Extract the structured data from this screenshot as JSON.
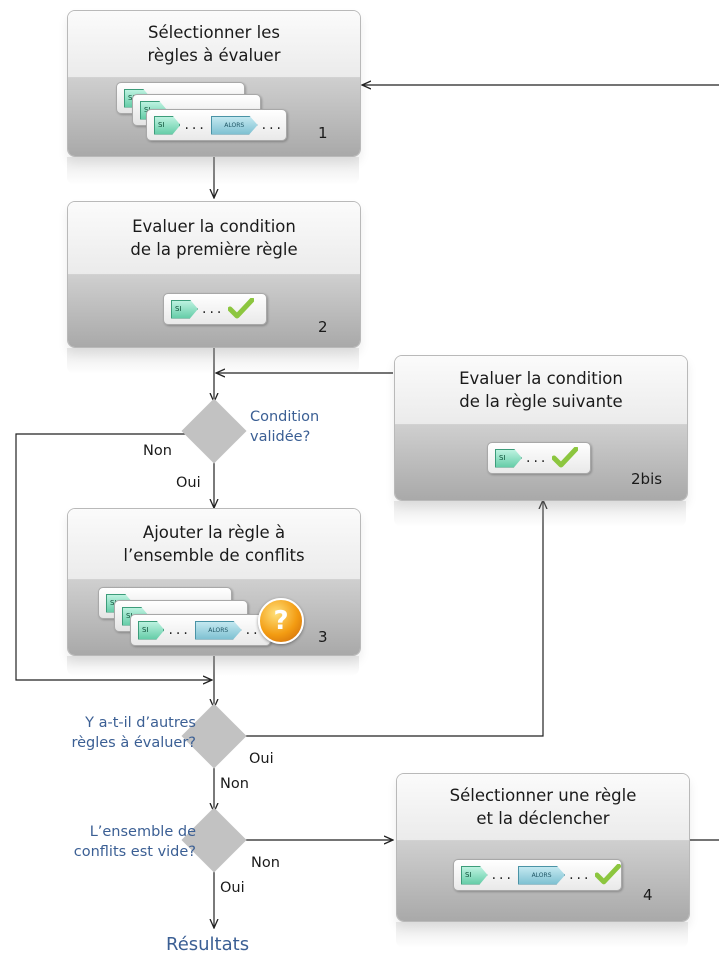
{
  "steps": [
    {
      "title_l1": "Sélectionner les",
      "title_l2": "règles à évaluer",
      "number": "1"
    },
    {
      "title_l1": "Evaluer la condition",
      "title_l2": "de la première règle",
      "number": "2"
    },
    {
      "title_l1": "Evaluer la condition",
      "title_l2": "de la règle suivante",
      "number": "2bis"
    },
    {
      "title_l1": "Ajouter la règle à",
      "title_l2": "l’ensemble de conflits",
      "number": "3"
    },
    {
      "title_l1": "Sélectionner une règle",
      "title_l2": "et la déclencher",
      "number": "4"
    }
  ],
  "card_tags": {
    "si": "SI",
    "alors": "ALORS",
    "dots": "..."
  },
  "decisions": [
    {
      "question_l1": "Condition",
      "question_l2": "validée?",
      "no": "Non",
      "yes": "Oui"
    },
    {
      "question_l1": "Y a-t-il d’autres",
      "question_l2": "règles à évaluer?",
      "no": "Non",
      "yes": "Oui"
    },
    {
      "question_l1": "L’ensemble de",
      "question_l2": "conflits est vide?",
      "no": "Non",
      "yes": "Oui"
    }
  ],
  "result_label": "Résultats",
  "icons": {
    "check": "green-check-icon",
    "question": "question-bubble-icon"
  },
  "colors": {
    "label_blue": "#3b5f94",
    "diamond": "#c2c2c2",
    "si_tag": "#66cda8",
    "alors_tag": "#7fc1d2",
    "check": "#8cc63f",
    "question": "#f39c12"
  }
}
